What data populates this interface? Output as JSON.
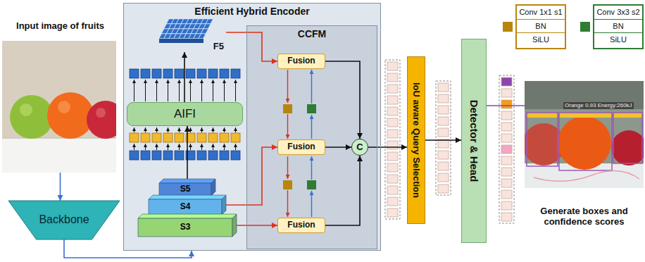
{
  "diagram": {
    "nodes": [
      {
        "text": [
          "Input image of fruits"
        ]
      },
      {
        "text": [
          "Backbone"
        ]
      },
      {
        "text": [
          "Efficient Hybrid Encoder"
        ]
      },
      {
        "text": [
          "F5"
        ],
        "in": 2
      },
      {
        "text": [
          "AIFI"
        ],
        "in": 2
      },
      {
        "text": [
          "S5"
        ],
        "in": 2
      },
      {
        "text": [
          "S4"
        ],
        "in": 2
      },
      {
        "text": [
          "S3"
        ],
        "in": 2
      },
      {
        "text": [
          "CCFM"
        ],
        "in": 2
      },
      {
        "text": [
          "Fusion"
        ],
        "in": 8
      },
      {
        "text": [
          "Fusion"
        ],
        "in": 8
      },
      {
        "text": [
          "Fusion"
        ],
        "in": 8
      },
      {
        "text": [
          "C"
        ],
        "in": 8
      },
      {
        "text": [
          "IoU aware Query Selection"
        ]
      },
      {
        "text": [
          "Detector & Head"
        ]
      },
      {
        "text": [
          "Conv 1x1 s1",
          "BN",
          "SiLU"
        ]
      },
      {
        "text": [
          "Conv 3x3 s2",
          "BN",
          "SiLU"
        ]
      },
      {
        "text": [
          "Generate boxes and confidence scores"
        ]
      }
    ],
    "edges": [
      {
        "from": 0,
        "to": 1,
        "arrow": "to"
      },
      {
        "from": 1,
        "to": 2,
        "arrow": "to"
      },
      {
        "from": 5,
        "to": 4,
        "arrow": "to"
      },
      {
        "from": 4,
        "to": 3,
        "arrow": "to"
      },
      {
        "from": 3,
        "to": 9,
        "arrow": "to"
      },
      {
        "from": 6,
        "to": 10,
        "arrow": "to"
      },
      {
        "from": 7,
        "to": 11,
        "arrow": "to"
      },
      {
        "from": 9,
        "to": 12,
        "arrow": "to"
      },
      {
        "from": 10,
        "to": 12,
        "arrow": "to"
      },
      {
        "from": 11,
        "to": 12,
        "arrow": "to"
      },
      {
        "from": 12,
        "to": 13,
        "arrow": "to"
      },
      {
        "from": 13,
        "to": 14,
        "arrow": "to"
      },
      {
        "from": 14,
        "to": 17,
        "arrow": "none"
      }
    ],
    "labels": [
      "Orange 0.93 Energy:260kJ"
    ]
  }
}
